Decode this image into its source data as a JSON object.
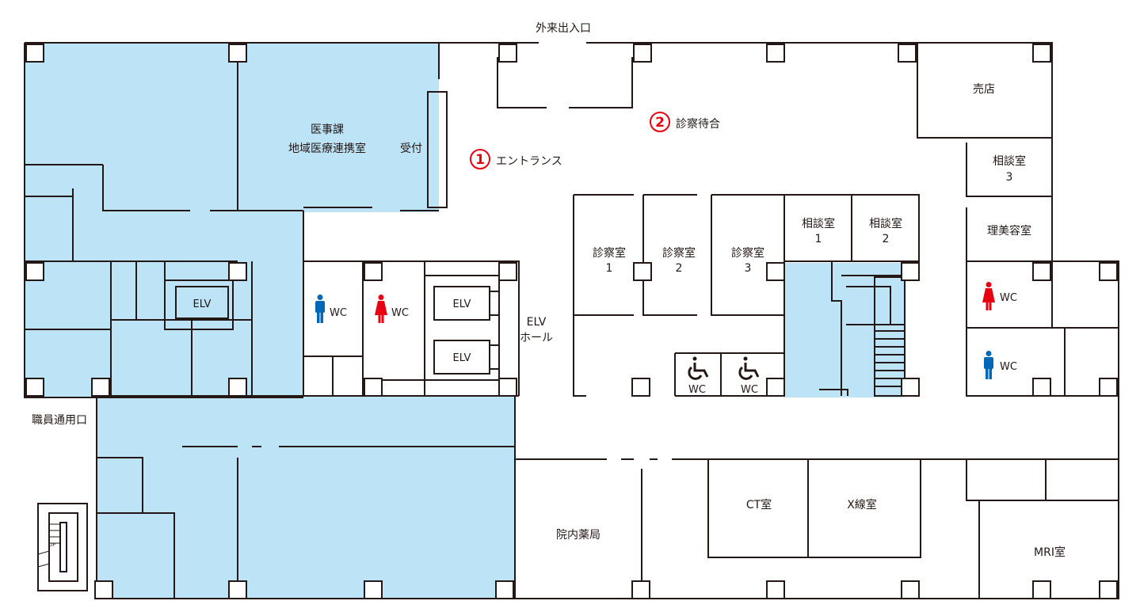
{
  "colors": {
    "staff_area": "#bde3f6",
    "wall": "#231815",
    "marker": "#e60012",
    "toilet_male": "#0068b7",
    "toilet_female": "#e60012"
  },
  "labels": {
    "outpatient_entrance": "外来出入口",
    "staff_entrance": "職員通用口",
    "medical_affairs": "医事課",
    "regional_liaison": "地域医療連携室",
    "reception": "受付",
    "entrance": "エントランス",
    "exam_waiting": "診察待合",
    "shop": "売店",
    "consult3_line1": "相談室",
    "consult3_line2": "3",
    "barber": "理美容室",
    "elv_hall_line1": "ELV",
    "elv_hall_line2": "ホール",
    "exam1_line1": "診察室",
    "exam1_line2": "1",
    "exam2_line1": "診察室",
    "exam2_line2": "2",
    "exam3_line1": "診察室",
    "exam3_line2": "3",
    "consult1_line1": "相談室",
    "consult1_line2": "1",
    "consult2_line1": "相談室",
    "consult2_line2": "2",
    "pharmacy": "院内薬局",
    "ct_room": "CT室",
    "xray_room": "X線室",
    "mri_room": "MRI室",
    "elv_left": "ELV",
    "elv_center_top": "ELV",
    "elv_center_bottom": "ELV",
    "wc": "WC",
    "stairs_up": "UP"
  },
  "markers": [
    {
      "number": "1",
      "target": "エントランス"
    },
    {
      "number": "2",
      "target": "診察待合"
    }
  ],
  "icons": {
    "male_toilet": "male-person-icon",
    "female_toilet": "female-person-icon",
    "accessible_toilet": "wheelchair-icon"
  }
}
